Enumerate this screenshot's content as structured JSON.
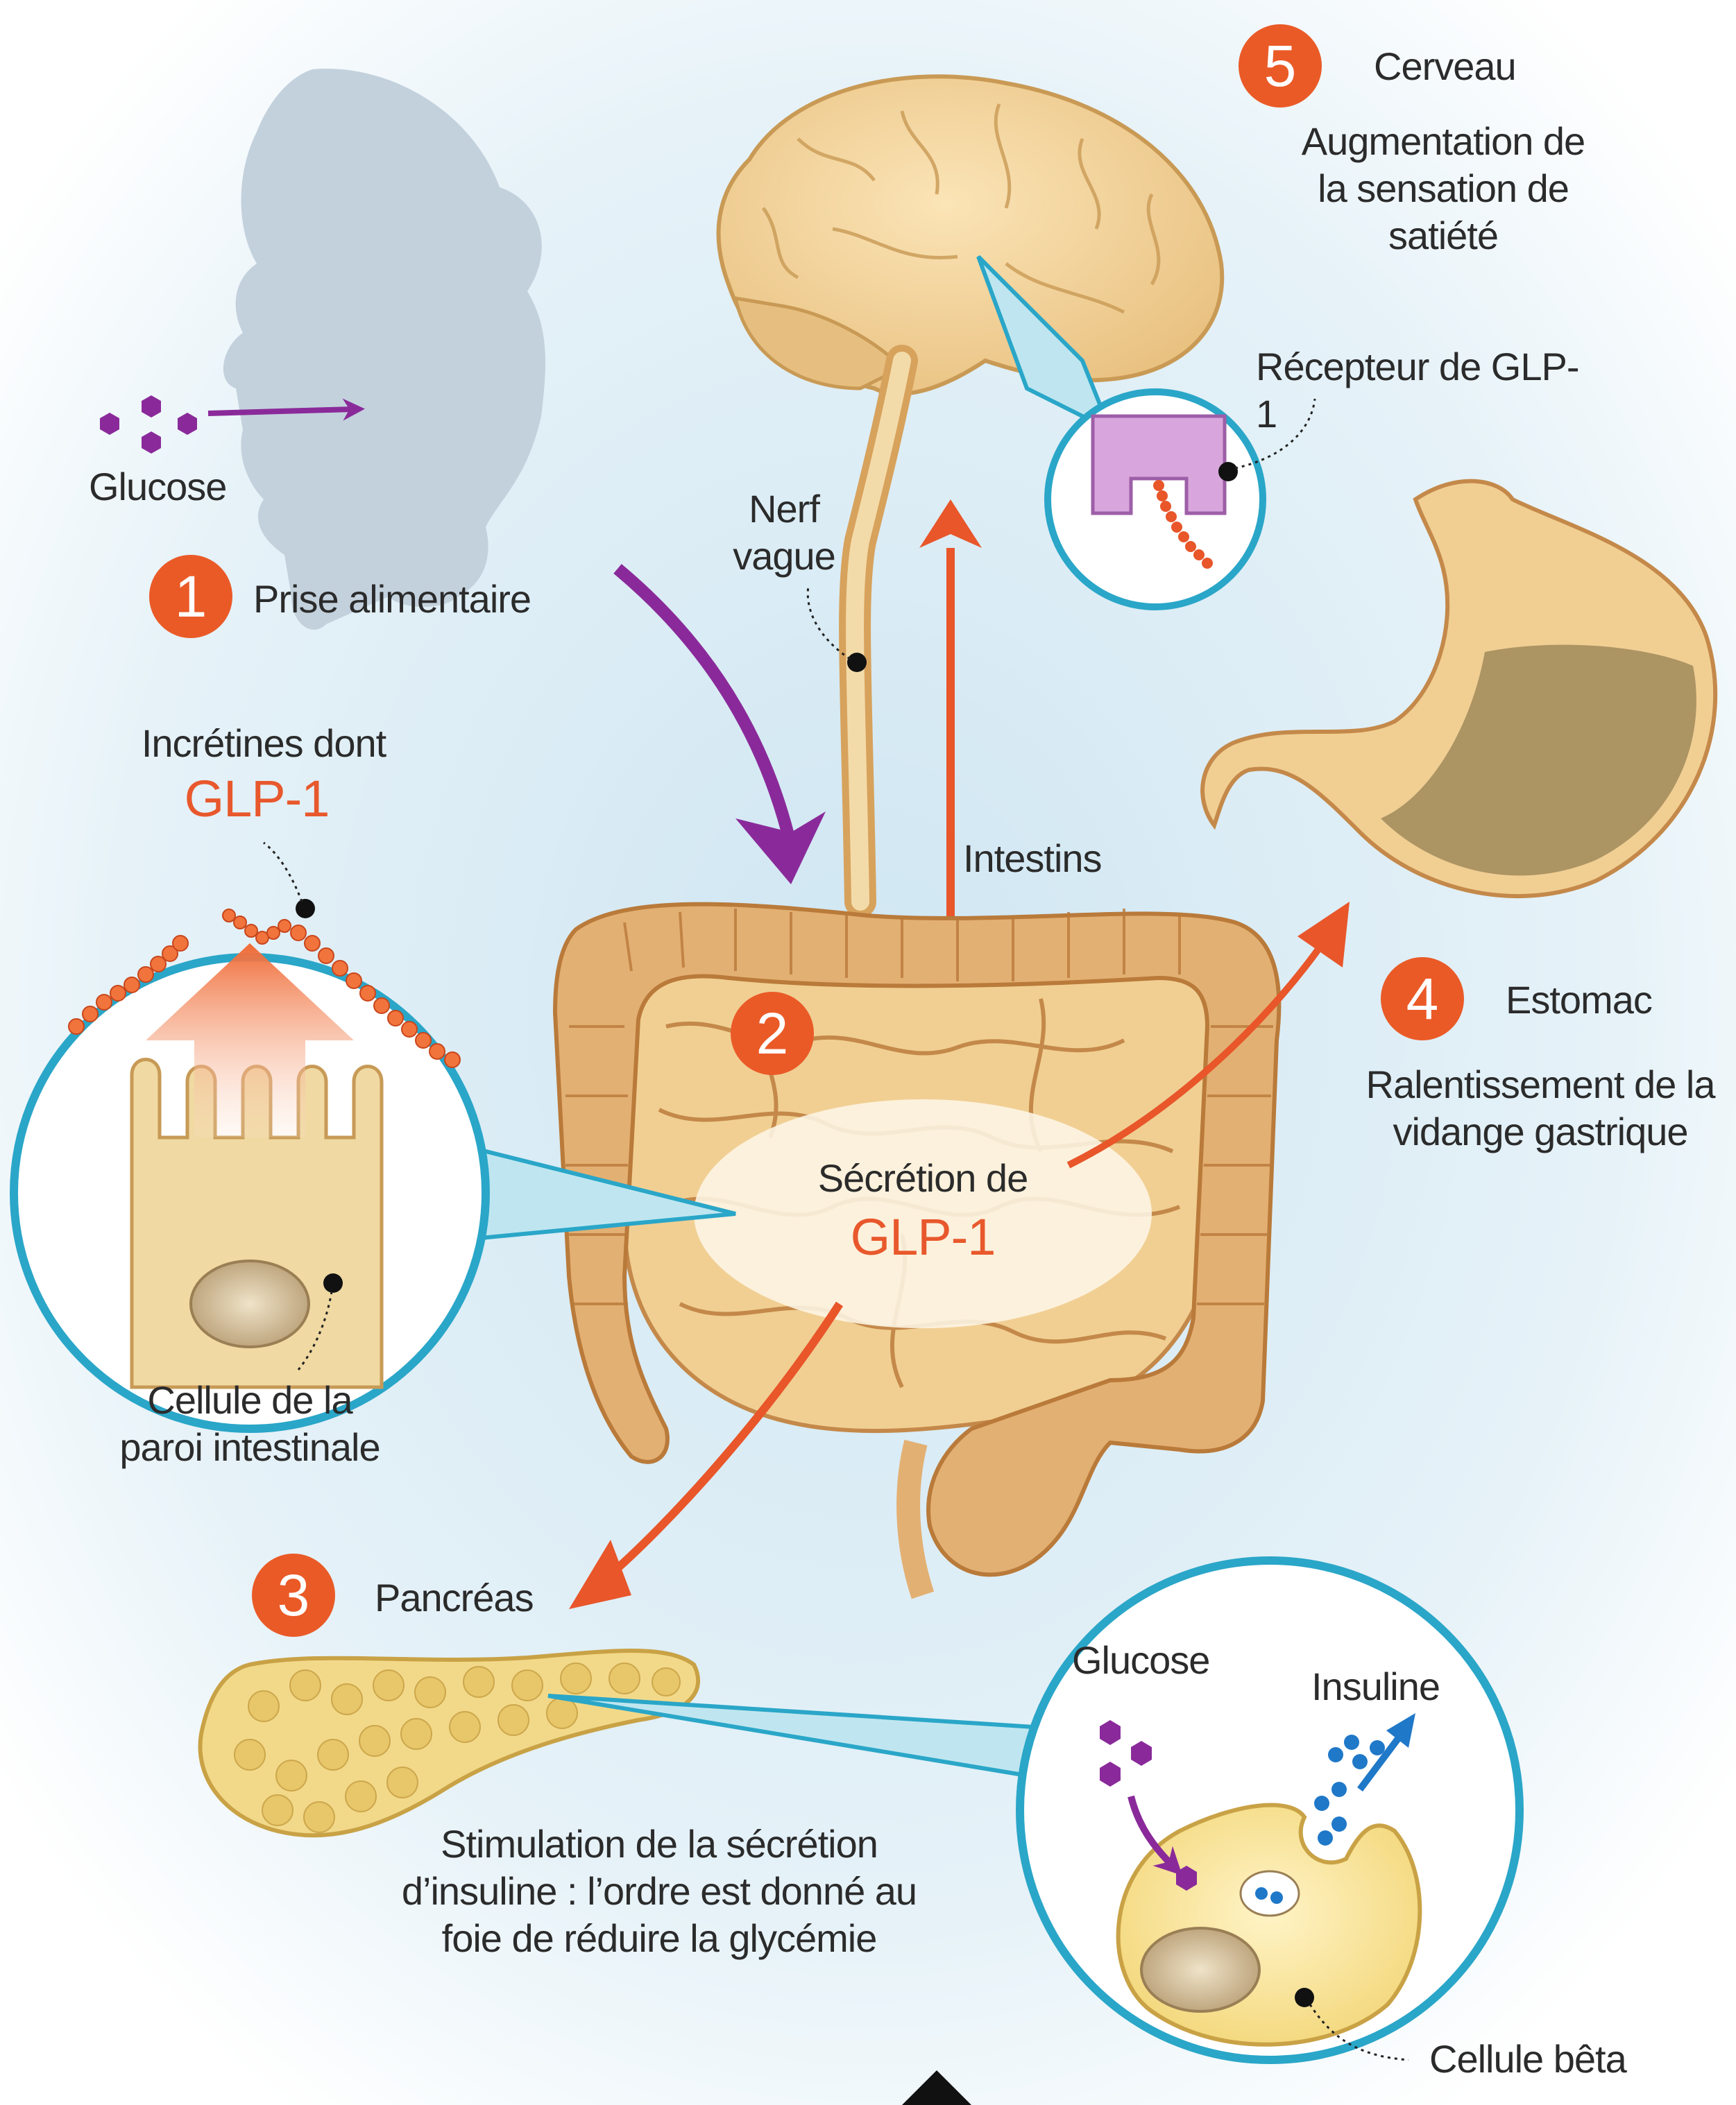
{
  "steps": [
    {
      "number": "1",
      "label": "Prise alimentaire"
    },
    {
      "number": "2"
    },
    {
      "number": "3",
      "label": "Pancréas"
    },
    {
      "number": "4",
      "label": "Estomac",
      "description": "Ralentissement de la vidange gastrique"
    },
    {
      "number": "5",
      "label": "Cerveau",
      "description": "Augmentation de la sensation de satiété"
    }
  ],
  "labels": {
    "glucose_intake": "Glucose",
    "incretins": "Incrétines dont",
    "incretins_glp": "GLP-1",
    "intestinal_cell": "Cellule de la paroi intestinale",
    "secretion": "Sécrétion de",
    "secretion_glp": "GLP-1",
    "intestines": "Intestins",
    "vagus_nerve": "Nerf vague",
    "glp1_receptor": "Récepteur de GLP-1",
    "insulin_stimulation": "Stimulation de la sécrétion d’insuline : l’ordre est donné au foie de réduire la glycémie",
    "beta_glucose": "Glucose",
    "insulin": "Insuline",
    "beta_cell": "Cellule bêta"
  },
  "colors": {
    "badge": "#ea5a27",
    "glp_text": "#e8582c",
    "glucose": "#8a2a9a",
    "insulin": "#1f78c8",
    "circle_stroke": "#2aa6c8",
    "organ": "#f1cf93",
    "organ_dark": "#d7a25c",
    "colon": "#e3b073",
    "background_blue": "#dceef7"
  }
}
